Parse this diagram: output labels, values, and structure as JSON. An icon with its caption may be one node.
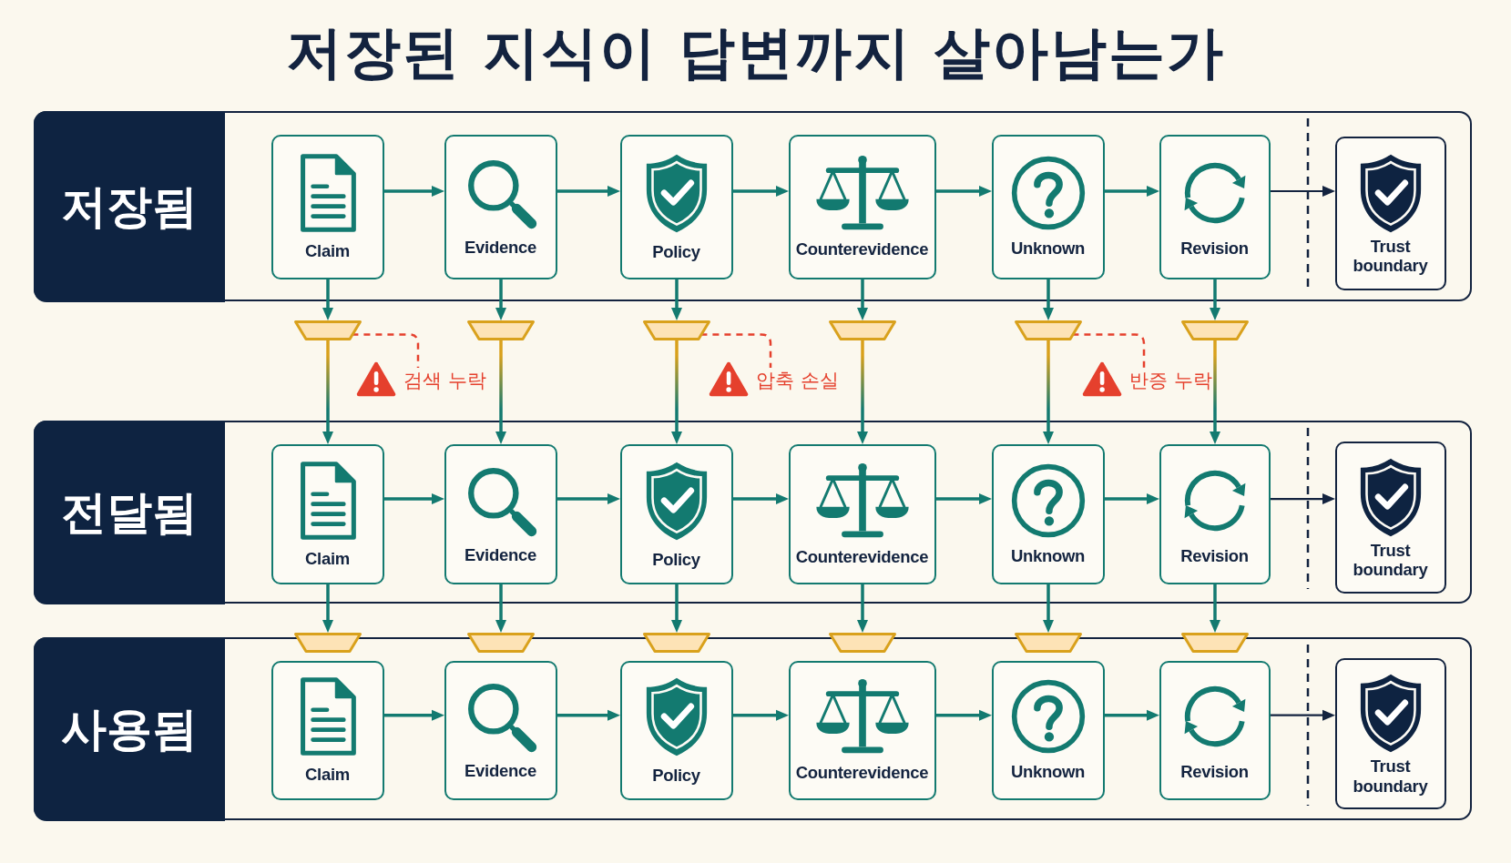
{
  "diagram": {
    "title": "저장된 지식이 답변까지 살아남는가",
    "nodes": [
      {
        "text": [
          "저장됨"
        ]
      },
      {
        "text": [
          "Claim"
        ],
        "in": 0
      },
      {
        "text": [
          "Evidence"
        ],
        "in": 0
      },
      {
        "text": [
          "Policy"
        ],
        "in": 0
      },
      {
        "text": [
          "Counterevidence"
        ],
        "in": 0
      },
      {
        "text": [
          "Unknown"
        ],
        "in": 0
      },
      {
        "text": [
          "Revision"
        ],
        "in": 0
      },
      {
        "text": [
          "Trust boundary"
        ],
        "in": 0
      },
      {
        "text": [],
        "shape": "trapezoid"
      },
      {
        "text": [],
        "shape": "trapezoid"
      },
      {
        "text": [],
        "shape": "trapezoid"
      },
      {
        "text": [],
        "shape": "trapezoid"
      },
      {
        "text": [],
        "shape": "trapezoid"
      },
      {
        "text": [],
        "shape": "trapezoid"
      },
      {
        "text": [
          "검색 누락"
        ]
      },
      {
        "text": [
          "압축 손실"
        ]
      },
      {
        "text": [
          "반증 누락"
        ]
      },
      {
        "text": [
          "전달됨"
        ]
      },
      {
        "text": [
          "Claim"
        ],
        "in": 17
      },
      {
        "text": [
          "Evidence"
        ],
        "in": 17
      },
      {
        "text": [
          "Policy"
        ],
        "in": 17
      },
      {
        "text": [
          "Counterevidence"
        ],
        "in": 17
      },
      {
        "text": [
          "Unknown"
        ],
        "in": 17
      },
      {
        "text": [
          "Revision"
        ],
        "in": 17
      },
      {
        "text": [
          "Trust boundary"
        ],
        "in": 17
      },
      {
        "text": [],
        "shape": "trapezoid"
      },
      {
        "text": [],
        "shape": "trapezoid"
      },
      {
        "text": [],
        "shape": "trapezoid"
      },
      {
        "text": [],
        "shape": "trapezoid"
      },
      {
        "text": [],
        "shape": "trapezoid"
      },
      {
        "text": [],
        "shape": "trapezoid"
      },
      {
        "text": [
          "사용됨"
        ]
      },
      {
        "text": [
          "Claim"
        ],
        "in": 31
      },
      {
        "text": [
          "Evidence"
        ],
        "in": 31
      },
      {
        "text": [
          "Policy"
        ],
        "in": 31
      },
      {
        "text": [
          "Counterevidence"
        ],
        "in": 31
      },
      {
        "text": [
          "Unknown"
        ],
        "in": 31
      },
      {
        "text": [
          "Revision"
        ],
        "in": 31
      },
      {
        "text": [
          "Trust boundary"
        ],
        "in": 31
      }
    ],
    "edges": [
      {
        "from": 1,
        "to": 2,
        "arrow": "to"
      },
      {
        "from": 2,
        "to": 3,
        "arrow": "to"
      },
      {
        "from": 3,
        "to": 4,
        "arrow": "to"
      },
      {
        "from": 4,
        "to": 5,
        "arrow": "to"
      },
      {
        "from": 5,
        "to": 6,
        "arrow": "to"
      },
      {
        "from": 6,
        "to": 7,
        "arrow": "to",
        "color": "#13233f"
      },
      {
        "from": 1,
        "to": 8,
        "arrow": "to"
      },
      {
        "from": 2,
        "to": 9,
        "arrow": "to"
      },
      {
        "from": 3,
        "to": 10,
        "arrow": "to"
      },
      {
        "from": 4,
        "to": 11,
        "arrow": "to"
      },
      {
        "from": 5,
        "to": 12,
        "arrow": "to"
      },
      {
        "from": 6,
        "to": 13,
        "arrow": "to"
      },
      {
        "from": 8,
        "to": 18,
        "arrow": "to"
      },
      {
        "from": 9,
        "to": 19,
        "arrow": "to"
      },
      {
        "from": 10,
        "to": 20,
        "arrow": "to"
      },
      {
        "from": 11,
        "to": 21,
        "arrow": "to"
      },
      {
        "from": 12,
        "to": 22,
        "arrow": "to"
      },
      {
        "from": 13,
        "to": 23,
        "arrow": "to"
      },
      {
        "from": 8,
        "to": 14,
        "arrow": "none",
        "style": "dashed",
        "color": "#e5402d"
      },
      {
        "from": 10,
        "to": 15,
        "arrow": "none",
        "style": "dashed",
        "color": "#e5402d"
      },
      {
        "from": 12,
        "to": 16,
        "arrow": "none",
        "style": "dashed",
        "color": "#e5402d"
      },
      {
        "from": 18,
        "to": 19,
        "arrow": "to"
      },
      {
        "from": 19,
        "to": 20,
        "arrow": "to"
      },
      {
        "from": 20,
        "to": 21,
        "arrow": "to"
      },
      {
        "from": 21,
        "to": 22,
        "arrow": "to"
      },
      {
        "from": 22,
        "to": 23,
        "arrow": "to"
      },
      {
        "from": 23,
        "to": 24,
        "arrow": "to",
        "color": "#13233f"
      },
      {
        "from": 18,
        "to": 25,
        "arrow": "to"
      },
      {
        "from": 19,
        "to": 26,
        "arrow": "to"
      },
      {
        "from": 20,
        "to": 27,
        "arrow": "to"
      },
      {
        "from": 21,
        "to": 28,
        "arrow": "to"
      },
      {
        "from": 22,
        "to": 29,
        "arrow": "to"
      },
      {
        "from": 23,
        "to": 30,
        "arrow": "to"
      },
      {
        "from": 32,
        "to": 33,
        "arrow": "to"
      },
      {
        "from": 33,
        "to": 34,
        "arrow": "to"
      },
      {
        "from": 34,
        "to": 35,
        "arrow": "to"
      },
      {
        "from": 35,
        "to": 36,
        "arrow": "to"
      },
      {
        "from": 36,
        "to": 37,
        "arrow": "to"
      },
      {
        "from": 37,
        "to": 38,
        "arrow": "to",
        "color": "#13233f"
      }
    ]
  }
}
